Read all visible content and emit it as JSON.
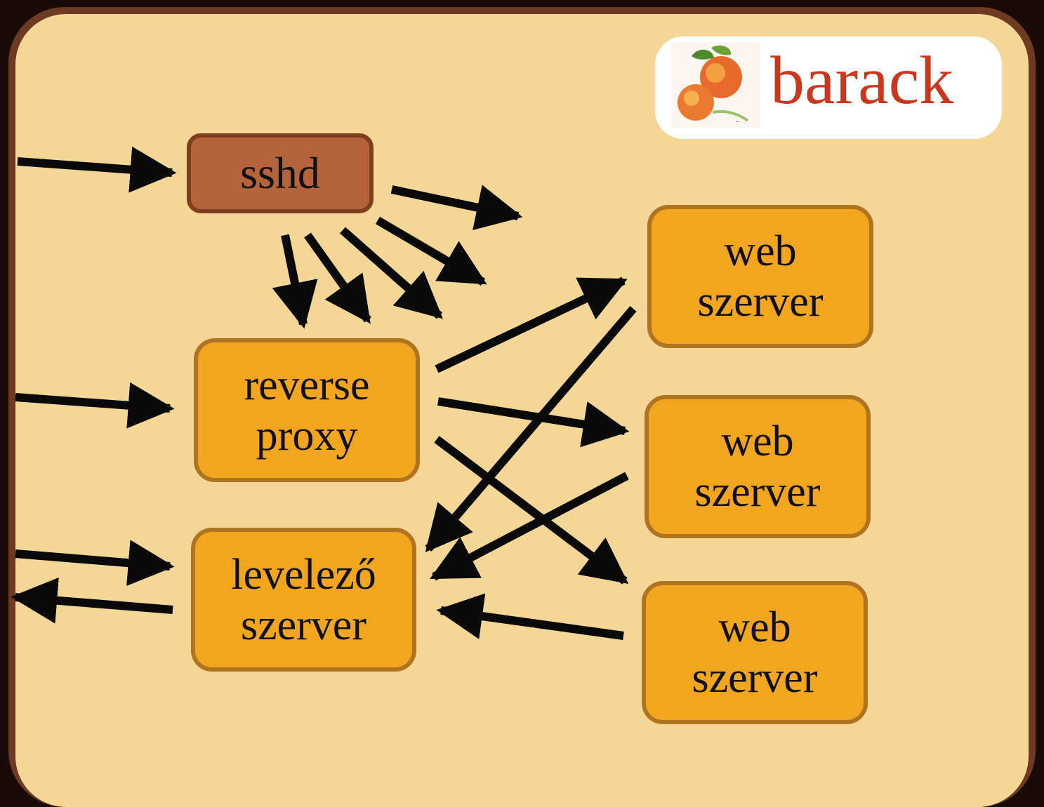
{
  "logo": {
    "text": "barack",
    "image": "peach-logo-icon"
  },
  "nodes": {
    "sshd": {
      "label": "sshd"
    },
    "reverse_proxy": {
      "line1": "reverse",
      "line2": "proxy"
    },
    "mail_server": {
      "line1": "levelező",
      "line2": "szerver"
    },
    "web1": {
      "line1": "web",
      "line2": "szerver"
    },
    "web2": {
      "line1": "web",
      "line2": "szerver"
    },
    "web3": {
      "line1": "web",
      "line2": "szerver"
    }
  },
  "colors": {
    "background": "#f4d696",
    "frame": "#6e3b22",
    "node_fill": "#f2a620",
    "node_border": "#b07420",
    "sshd_fill": "#b4633b",
    "logo_text": "#c9381e",
    "arrow": "#0a0a0a"
  }
}
